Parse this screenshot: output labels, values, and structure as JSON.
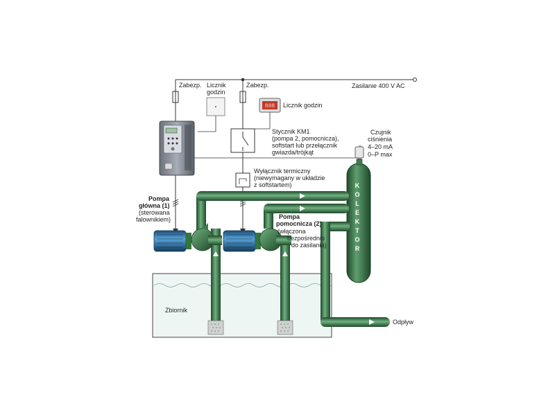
{
  "labels": {
    "zabezp_1": "Zabezp.",
    "zabezp_2": "Zabezp.",
    "licznik_godzin_1a": "Licznik",
    "licznik_godzin_1b": "godzin",
    "licznik_godzin_2": "Licznik godzin",
    "zasilanie": "Zasilanie 400 V AC",
    "stycznik_1": "Stycznik KM1",
    "stycznik_2": "(pompa 2, pomocnicza),",
    "stycznik_3": "softstart lub przełącznik",
    "stycznik_4": "gwiazda/trójkąt",
    "czujnik_1": "Czujnik",
    "czujnik_2": "ciśnienia",
    "czujnik_3": "4–20 mA",
    "czujnik_4": "0–P max",
    "wylacznik_1": "Wyłącznik termiczny",
    "wylacznik_2": "(niewymagany w układzie",
    "wylacznik_3": "z softstartem)",
    "pompa_glowna_1": "Pompa",
    "pompa_glowna_2": "główna (1)",
    "pompa_glowna_3": "(sterowana",
    "pompa_glowna_4": "falownikiem)",
    "pompa_pom_1": "Pompa",
    "pompa_pom_2": "pomocnicza (2)",
    "pompa_pom_3": "(włączona",
    "pompa_pom_4": "bezpośrednio",
    "pompa_pom_5": "do zasilania)",
    "kolektor": [
      "K",
      "O",
      "L",
      "E",
      "K",
      "T",
      "O",
      "R"
    ],
    "zbiornik": "Zbiornik",
    "odplyw": "Odpływ"
  },
  "colors": {
    "pipe": "#3f7d4e",
    "pipe_dark": "#1f4a2a",
    "pipe_light": "#6fb07f",
    "motor": "#2f7fb8",
    "motor_dark": "#1b4f78",
    "tank_water": "#e8f3f1",
    "wire": "#333333",
    "inverter_body": "#8a8f98",
    "inverter_front": "#c9ced6",
    "counter_display": "#c0392b"
  },
  "icons": {
    "inverter": "frequency-inverter-icon",
    "counter": "hour-counter-icon",
    "contactor": "contactor-switch-icon",
    "thermal": "thermal-switch-icon",
    "sensor": "pressure-sensor-icon"
  }
}
